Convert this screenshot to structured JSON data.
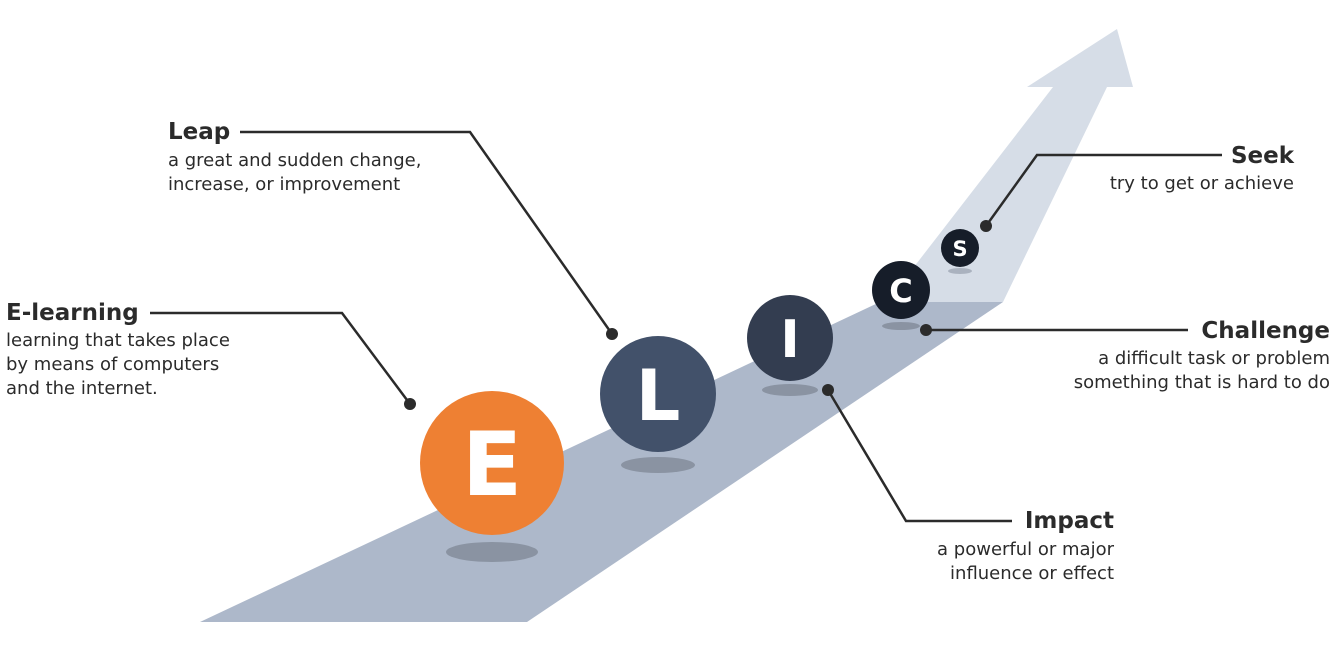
{
  "colors": {
    "e_ball": "#ee8033",
    "l_ball": "#42516a",
    "i_ball": "#333d50",
    "c_ball": "#161d29",
    "s_ball": "#161d29",
    "road": "#adb8ca",
    "arrow": "#d6dde7",
    "shadow": "#8a93a2"
  },
  "balls": [
    {
      "letter": "E"
    },
    {
      "letter": "L"
    },
    {
      "letter": "I"
    },
    {
      "letter": "C"
    },
    {
      "letter": "S"
    }
  ],
  "terms": [
    {
      "title": "E-learning",
      "lines": [
        "learning that takes place",
        "by means of computers",
        "and the internet."
      ]
    },
    {
      "title": "Leap",
      "lines": [
        "a great and sudden change,",
        "increase, or improvement"
      ]
    },
    {
      "title": "Impact",
      "lines": [
        "a powerful or major",
        "influence or effect"
      ]
    },
    {
      "title": "Challenge",
      "lines": [
        "a difficult task or problem",
        "something that is hard to do"
      ]
    },
    {
      "title": "Seek",
      "lines": [
        "try to get or achieve"
      ]
    }
  ]
}
